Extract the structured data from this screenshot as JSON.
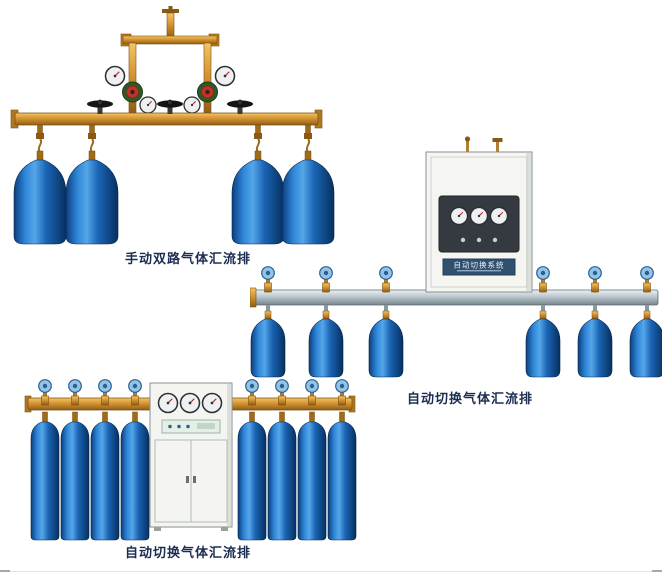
{
  "products": [
    {
      "id": "manual-dual-manifold",
      "caption": "手动双路气体汇流排",
      "cylinder_count": 4
    },
    {
      "id": "auto-switch-manifold-wall-cabinet",
      "caption": "自动切换气体汇流排",
      "cabinet_label": "自动切换系统",
      "cylinder_count": 6
    },
    {
      "id": "auto-switch-manifold-floor-cabinet",
      "caption": "自动切换气体汇流排",
      "cylinder_count": 8
    }
  ],
  "colors": {
    "background": "#ffffff",
    "caption_text": "#1c2d52",
    "cylinder_blue": "#1a64b4",
    "cylinder_blue_dark": "#07305f",
    "cylinder_highlight": "#55a6e9",
    "brass_pipe": "#cf8f2e",
    "silver_pipe": "#b9c6cd",
    "cabinet_body": "#f5f6f1",
    "gauge_panel_dark": "#343a40",
    "valve_wheel_blue": "#93c4e8",
    "handwheel_black": "#141414",
    "regulator_green": "#2f5a28",
    "regulator_red": "#c23227"
  }
}
